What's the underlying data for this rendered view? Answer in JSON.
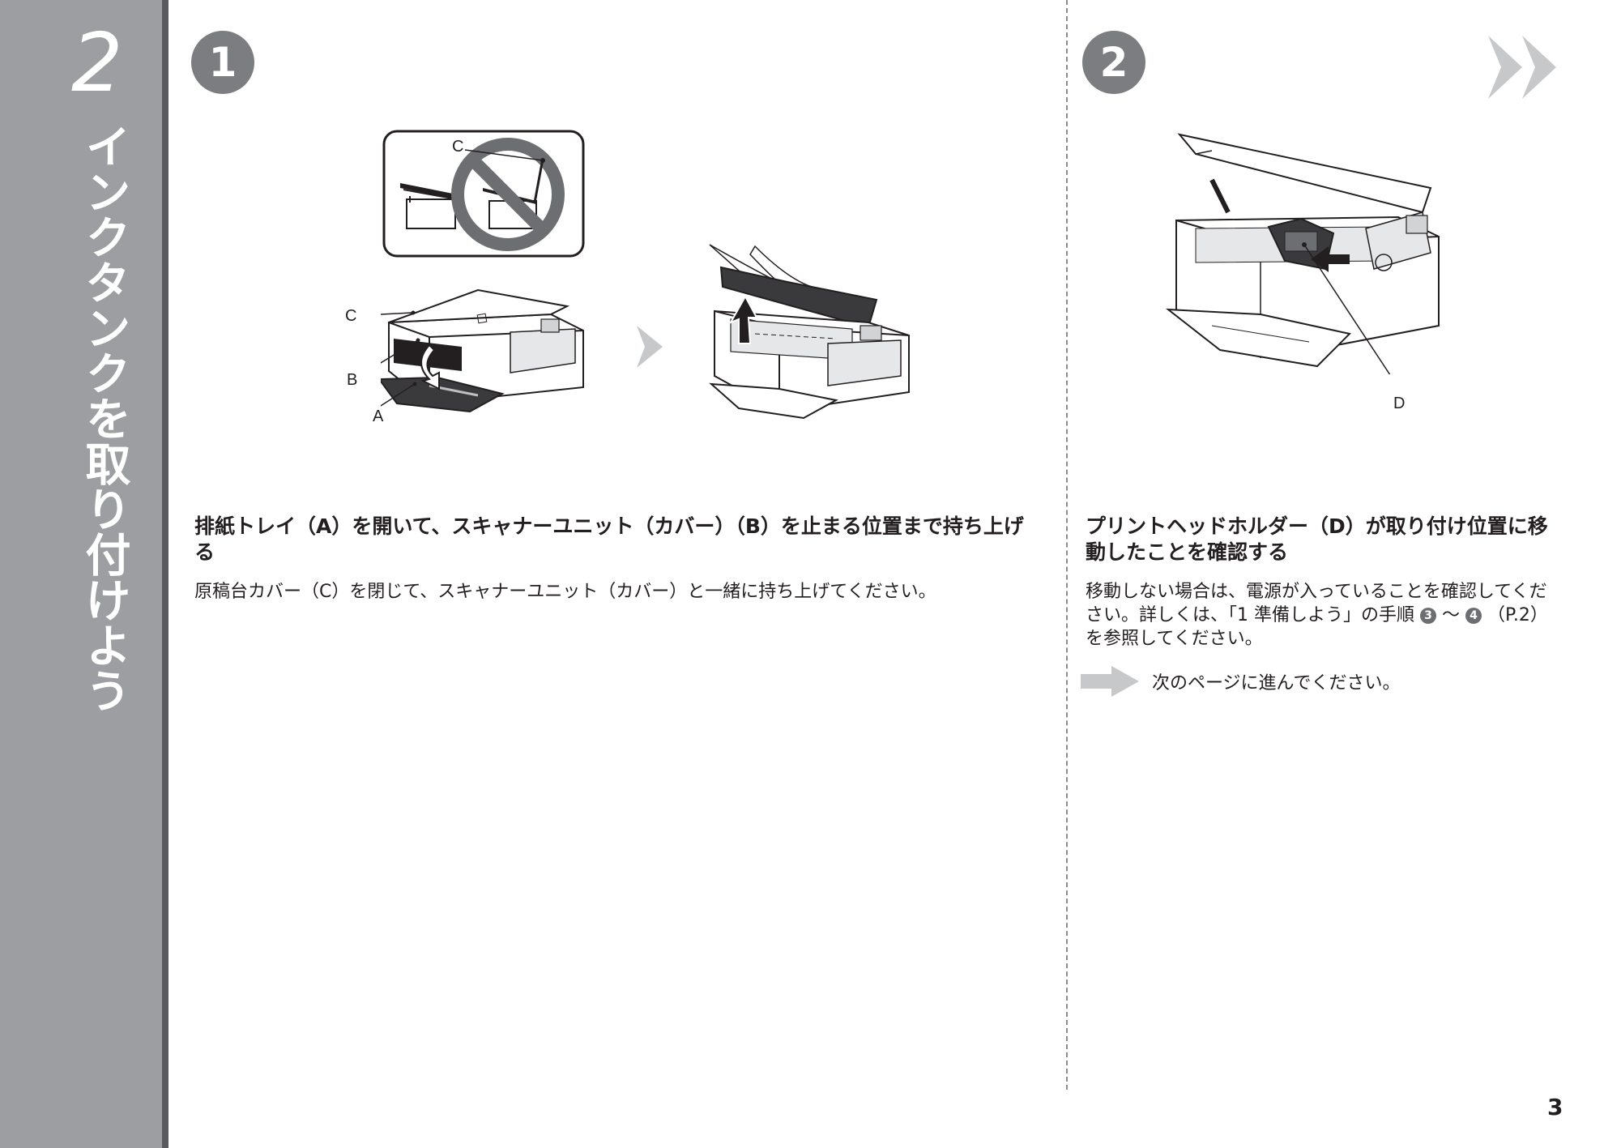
{
  "sidebar": {
    "section_number": "2",
    "section_title": "インクタンクを取り付けよう"
  },
  "step1": {
    "number": "1",
    "heading": "排紙トレイ（A）を開いて、スキャナーユニット（カバー）（B）を止まる位置まで持ち上げる",
    "body": "原稿台カバー（C）を閉じて、スキャナーユニット（カバー）と一緒に持ち上げてください。",
    "labels": {
      "c_inset": "C",
      "c": "C",
      "b": "B",
      "a": "A"
    }
  },
  "step2": {
    "number": "2",
    "heading": "プリントヘッドホルダー（D）が取り付け位置に移動したことを確認する",
    "body_part1": "移動しない場合は、電源が入っていることを確認してください。詳しくは、「1 準備しよう」の手順",
    "ref_start": "3",
    "tilde": "～",
    "ref_end": "4",
    "body_part2": "（P.2）を参照してください。",
    "label_d": "D",
    "next_page": "次のページに進んでください。"
  },
  "page_number": "3",
  "colors": {
    "sidebar": "#9d9ea1",
    "sidebar_edge": "#595a5d",
    "step_circle": "#7c7d80",
    "arrow_gray": "#c7c8ca"
  }
}
